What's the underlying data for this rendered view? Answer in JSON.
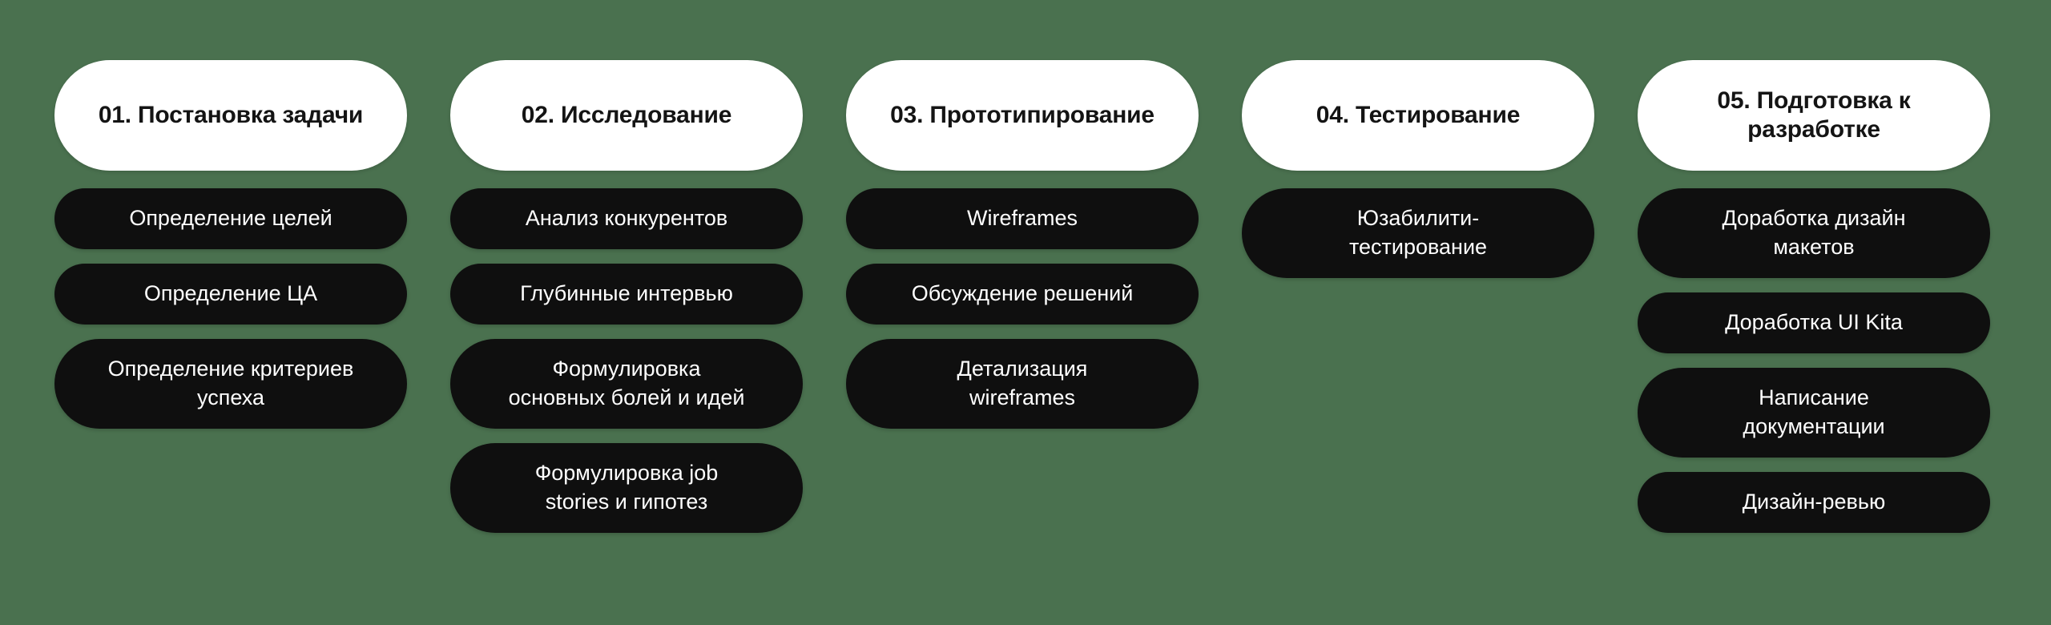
{
  "background_color": "#4A714F",
  "header_color": "#FFFFFF",
  "card_color": "#0F0F0F",
  "header_text_color": "#141414",
  "card_text_color": "#FFFFFF",
  "columns": [
    {
      "header": "01. Постановка задачи",
      "tasks": [
        "Определение целей",
        "Определение ЦА",
        "Определение критериев\nуспеха"
      ]
    },
    {
      "header": "02. Исследование",
      "tasks": [
        "Анализ конкурентов",
        "Глубинные интервью",
        "Формулировка\nосновных болей и идей",
        "Формулировка job\nstories и гипотез"
      ]
    },
    {
      "header": "03. Прототипирование",
      "tasks": [
        "Wireframes",
        "Обсуждение решений",
        "Детализация\nwireframes"
      ]
    },
    {
      "header": "04. Тестирование",
      "tasks": [
        "Юзабилити-\nтестирование"
      ]
    },
    {
      "header": "05. Подготовка к разработке",
      "tasks": [
        "Доработка дизайн\nмакетов",
        "Доработка UI Kita",
        "Написание\nдокументации",
        "Дизайн-ревью"
      ]
    }
  ]
}
